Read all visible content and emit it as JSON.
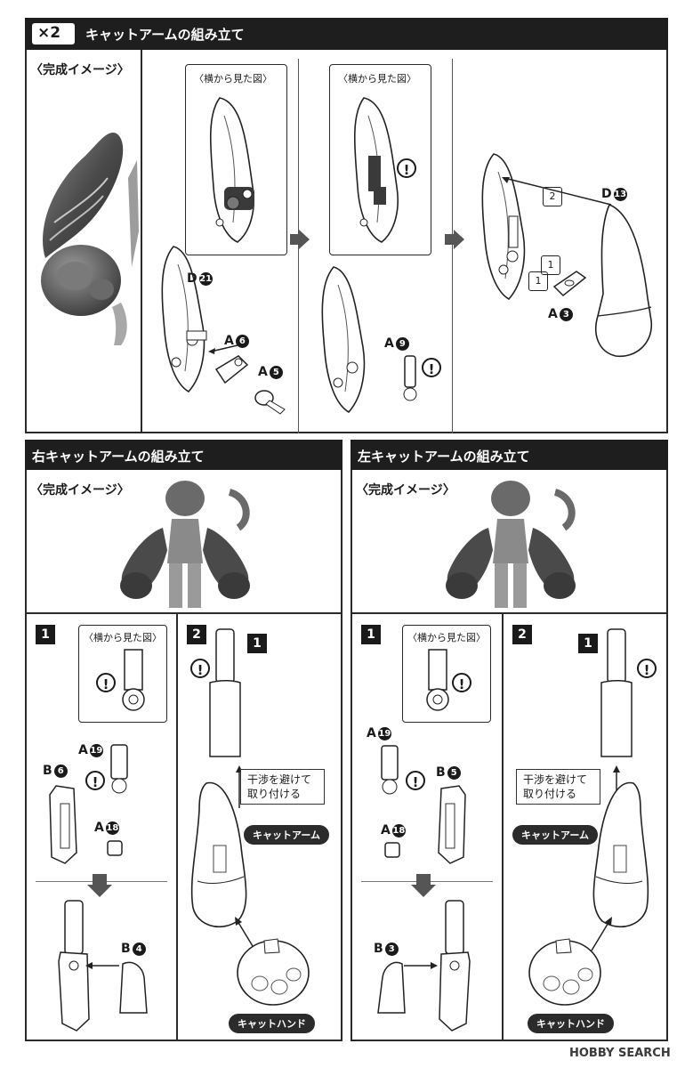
{
  "top_section": {
    "multiplier": "×2",
    "title": "キャットアームの組み立て",
    "complete_label": "〈完成イメージ〉",
    "side_view_label_1": "〈横から見た図〉",
    "side_view_label_2": "〈横から見た図〉",
    "parts": {
      "d21": {
        "letter": "D",
        "num": "21"
      },
      "a6": {
        "letter": "A",
        "num": "6"
      },
      "a5": {
        "letter": "A",
        "num": "5"
      },
      "a9": {
        "letter": "A",
        "num": "9"
      },
      "d13": {
        "letter": "D",
        "num": "13"
      },
      "a3": {
        "letter": "A",
        "num": "3"
      }
    },
    "hex_1a": "1",
    "hex_1b": "1",
    "hex_2": "2"
  },
  "right_section": {
    "title": "右キャットアームの組み立て",
    "complete_label": "〈完成イメージ〉",
    "step1": "1",
    "step2": "2",
    "side_view_label": "〈横から見た図〉",
    "parts": {
      "a19": {
        "letter": "A",
        "num": "19"
      },
      "b6": {
        "letter": "B",
        "num": "6"
      },
      "a18": {
        "letter": "A",
        "num": "18"
      },
      "b4": {
        "letter": "B",
        "num": "4"
      }
    },
    "ref_step": "1",
    "callout_line1": "干渉を避けて",
    "callout_line2": "取り付ける",
    "cat_arm": "キャットアーム",
    "cat_hand": "キャットハンド"
  },
  "left_section": {
    "title": "左キャットアームの組み立て",
    "complete_label": "〈完成イメージ〉",
    "step1": "1",
    "step2": "2",
    "side_view_label": "〈横から見た図〉",
    "parts": {
      "a19": {
        "letter": "A",
        "num": "19"
      },
      "b5": {
        "letter": "B",
        "num": "5"
      },
      "a18": {
        "letter": "A",
        "num": "18"
      },
      "b3": {
        "letter": "B",
        "num": "3"
      }
    },
    "ref_step": "1",
    "callout_line1": "干渉を避けて",
    "callout_line2": "取り付ける",
    "cat_arm": "キャットアーム",
    "cat_hand": "キャットハンド"
  },
  "warning_symbol": "!",
  "watermark": "HOBBY SEARCH"
}
